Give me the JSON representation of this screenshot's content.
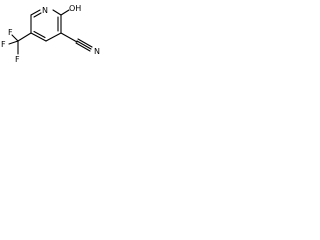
{
  "molecule": {
    "atoms": [
      {
        "id": "N1",
        "label": "N"
      },
      {
        "id": "O",
        "label": "OH"
      },
      {
        "id": "N_nitrile",
        "label": "N"
      },
      {
        "id": "F_top",
        "label": "F"
      },
      {
        "id": "F_left",
        "label": "F"
      },
      {
        "id": "F_bottom",
        "label": "F"
      }
    ]
  }
}
